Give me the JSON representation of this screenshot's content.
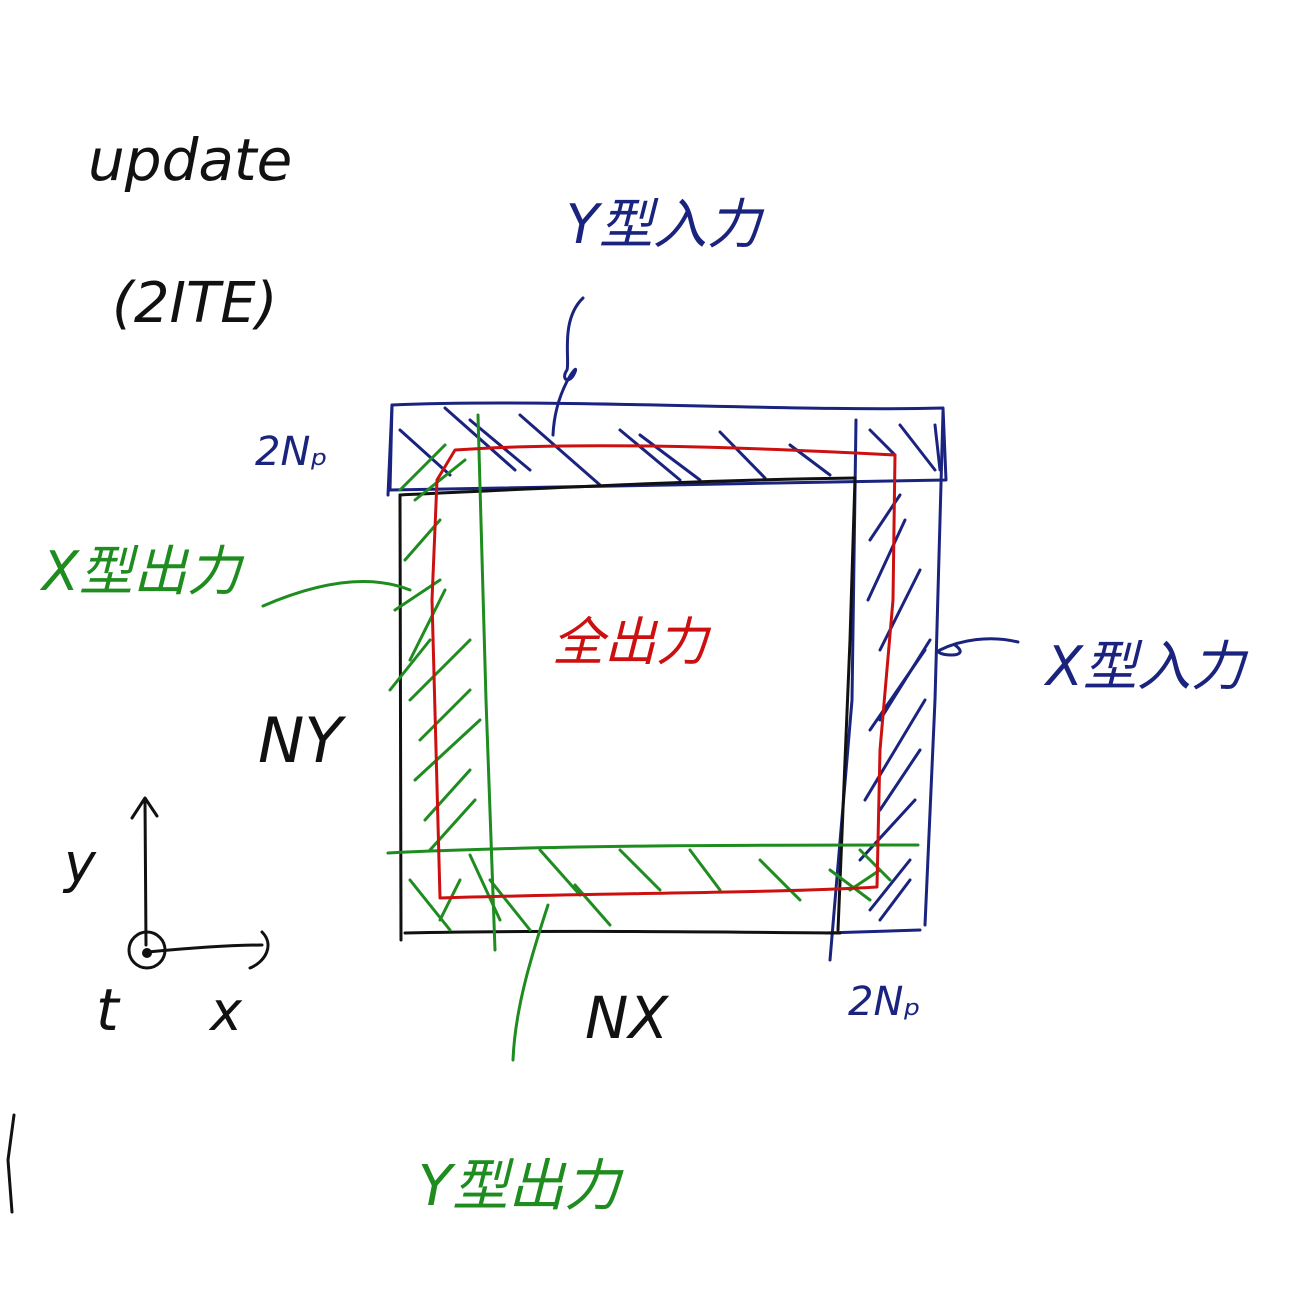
{
  "heading": {
    "line1": "update",
    "line2": "(2ITE)"
  },
  "labels": {
    "top_input": "Y型入力",
    "left_output": "X型出力",
    "right_input": "X型入力",
    "bottom_output": "Y型出力",
    "center_output": "全出力",
    "ny": "NY",
    "nx": "NX",
    "pad_top": "2Nₚ",
    "pad_right": "2Nₚ"
  },
  "axes": {
    "y": "y",
    "x": "x",
    "t": "t"
  },
  "colors": {
    "ink": "#111111",
    "blue": "#1a237e",
    "green": "#1e8c1e",
    "red": "#cc1010"
  }
}
